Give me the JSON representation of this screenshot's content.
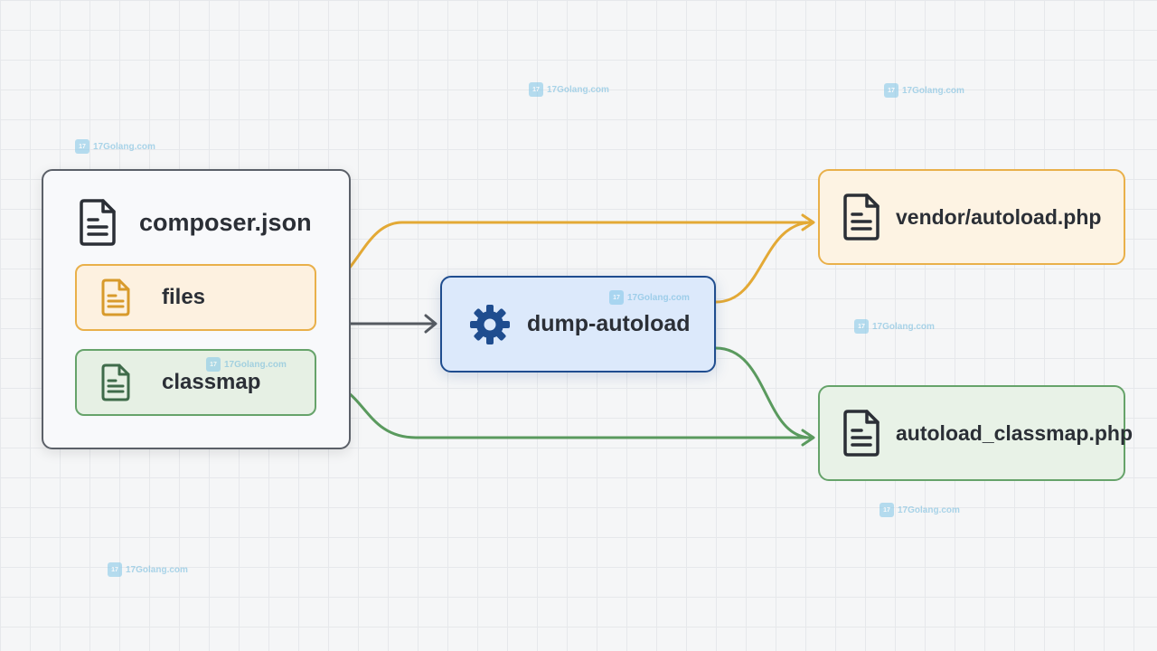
{
  "nodes": {
    "composer": {
      "label": "composer.json",
      "icon": "document-icon",
      "border": "#5b6068"
    },
    "files": {
      "label": "files",
      "icon": "document-icon",
      "color": "#d89a2b"
    },
    "classmap": {
      "label": "classmap",
      "icon": "document-icon",
      "color": "#3f6b4a"
    },
    "dump": {
      "label": "dump-autoload",
      "icon": "gear-icon",
      "color": "#1f4d8f"
    },
    "vendor": {
      "label": "vendor/autoload.php",
      "icon": "document-icon",
      "color": "#e9b04a"
    },
    "classmap_php": {
      "label": "autoload_classmap.php",
      "icon": "document-icon",
      "color": "#66a36a"
    }
  },
  "edges": [
    {
      "from": "files",
      "to": "vendor/autoload.php",
      "color": "#e3a935"
    },
    {
      "from": "dump-autoload",
      "to": "vendor/autoload.php",
      "color": "#e3a935"
    },
    {
      "from": "composer.json",
      "to": "dump-autoload",
      "color": "#555a61"
    },
    {
      "from": "classmap",
      "to": "autoload_classmap.php",
      "color": "#5a9a5e"
    },
    {
      "from": "dump-autoload",
      "to": "autoload_classmap.php",
      "color": "#5a9a5e"
    }
  ],
  "watermark": {
    "text": "17Golang.com",
    "logo": "17"
  }
}
